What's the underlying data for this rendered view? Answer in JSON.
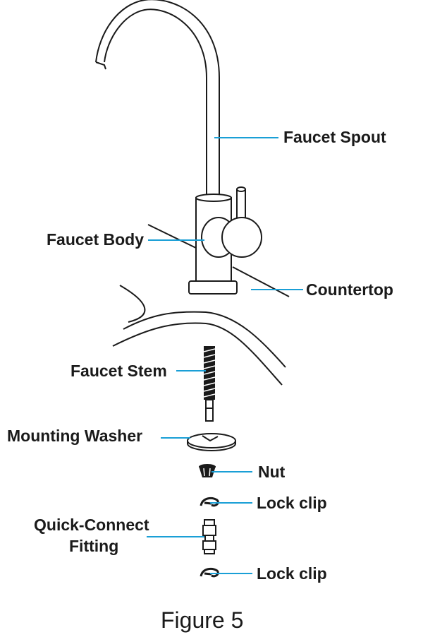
{
  "labels": {
    "faucet_spout": "Faucet Spout",
    "faucet_body": "Faucet Body",
    "countertop": "Countertop",
    "faucet_stem": "Faucet Stem",
    "mounting_washer": "Mounting Washer",
    "nut": "Nut",
    "lock_clip_upper": "Lock clip",
    "quick_connect_line1": "Quick-Connect",
    "quick_connect_line2": "Fitting",
    "lock_clip_lower": "Lock clip"
  },
  "caption": "Figure 5",
  "colors": {
    "outline": "#1a1a1a",
    "leader": "#1a9fd6",
    "text": "#1a1a1a"
  }
}
